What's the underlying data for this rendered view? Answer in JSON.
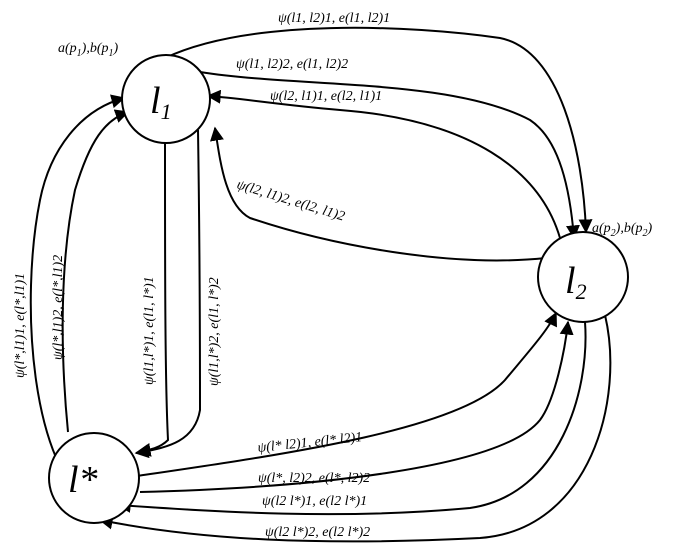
{
  "nodes": [
    {
      "id": "l1",
      "base": "l",
      "sub": "1",
      "params_base": "a(p",
      "params_sub": "1",
      "params_mid": "),b(p",
      "params_sub2": "1",
      "params_end": ")"
    },
    {
      "id": "l2",
      "base": "l",
      "sub": "2",
      "params_base": "a(p",
      "params_sub": "2",
      "params_mid": "),b(p",
      "params_sub2": "2",
      "params_end": ")"
    },
    {
      "id": "lstar",
      "base": "l*"
    }
  ],
  "edges": [
    {
      "id": "l1-l2-1",
      "from": "l1",
      "to": "l2",
      "label": "ψ(l1, l2)1, e(l1, l2)1"
    },
    {
      "id": "l1-l2-2",
      "from": "l1",
      "to": "l2",
      "label": "ψ(l1, l2)2, e(l1, l2)2"
    },
    {
      "id": "l2-l1-1",
      "from": "l2",
      "to": "l1",
      "label": "ψ(l2, l1)1, e(l2, l1)1"
    },
    {
      "id": "l2-l1-2",
      "from": "l2",
      "to": "l1",
      "label": "ψ(l2, l1)2, e(l2, l1)2"
    },
    {
      "id": "l1-ls-1",
      "from": "l1",
      "to": "lstar",
      "label": "ψ(l1,l*)1, e(l1, l*)1"
    },
    {
      "id": "l1-ls-2",
      "from": "l1",
      "to": "lstar",
      "label": "ψ(l1,l*)2, e(l1, l*)2"
    },
    {
      "id": "ls-l1-1",
      "from": "lstar",
      "to": "l1",
      "label": "ψ(l*,l1)1, e(l*,l1)1"
    },
    {
      "id": "ls-l1-2",
      "from": "lstar",
      "to": "l1",
      "label": "ψ(l*,l1)2, e(l*,l1)2"
    },
    {
      "id": "ls-l2-1",
      "from": "lstar",
      "to": "l2",
      "label": "ψ(l* l2)1, e(l* l2)1"
    },
    {
      "id": "ls-l2-2",
      "from": "lstar",
      "to": "l2",
      "label": "ψ(l*, l2)2, e(l*, l2)2"
    },
    {
      "id": "l2-ls-1",
      "from": "l2",
      "to": "lstar",
      "label": "ψ(l2 l*)1, e(l2 l*)1"
    },
    {
      "id": "l2-ls-2",
      "from": "l2",
      "to": "lstar",
      "label": "ψ(l2 l*)2, e(l2 l*)2"
    }
  ]
}
